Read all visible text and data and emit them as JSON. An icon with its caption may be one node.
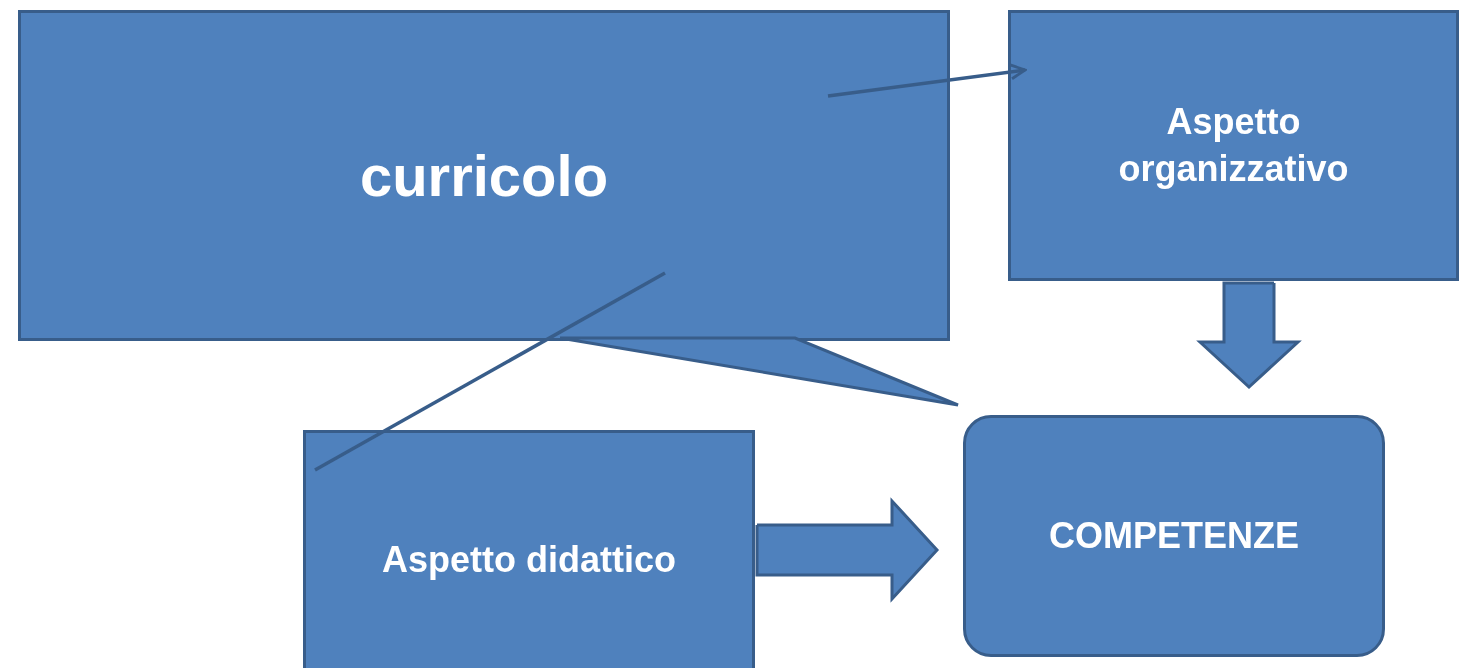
{
  "diagram": {
    "nodes": [
      {
        "text": [
          "curricolo"
        ]
      },
      {
        "text": [
          "Aspetto organizzativo"
        ]
      },
      {
        "text": [
          "Aspetto didattico"
        ]
      },
      {
        "text": [
          "COMPETENZE"
        ]
      }
    ],
    "edges": [
      {
        "from": 0,
        "to": 1,
        "arrow": "to"
      },
      {
        "from": 0,
        "to": 2,
        "arrow": "none"
      },
      {
        "from": 0,
        "to": 3,
        "arrow": "none",
        "style": "thick"
      },
      {
        "from": 1,
        "to": 3,
        "arrow": "to",
        "style": "thick"
      },
      {
        "from": 2,
        "to": 3,
        "arrow": "to",
        "style": "thick"
      }
    ]
  }
}
